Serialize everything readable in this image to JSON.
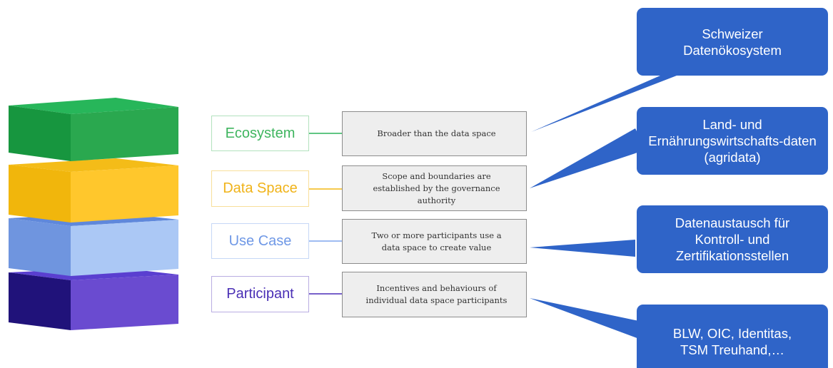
{
  "layers": [
    {
      "label": "Ecosystem",
      "description": "Broader than the data space",
      "color": "#2db35a"
    },
    {
      "label": "Data Space",
      "description": "Scope and boundaries are established by the governance authority",
      "color": "#f3b814"
    },
    {
      "label": "Use Case",
      "description": "Two or more participants use a data space to create value",
      "color": "#7ea6ee"
    },
    {
      "label": "Participant",
      "description": "Incentives and behaviours of individual data space participants",
      "color": "#4b2db8"
    }
  ],
  "callouts": [
    {
      "text": "Schweizer Datenökosystem"
    },
    {
      "text": "Land- und Ernährungswirtschafts-daten (agridata)"
    },
    {
      "text": "Datenaustausch für Kontroll- und Zertifikationsstellen"
    },
    {
      "text": "BLW, OIC, Identitas, TSM Treuhand,…"
    }
  ],
  "colors": {
    "callout_fill": "#2f64c8",
    "desc_fill": "#eeeeee",
    "desc_border": "#8c8c8c"
  }
}
